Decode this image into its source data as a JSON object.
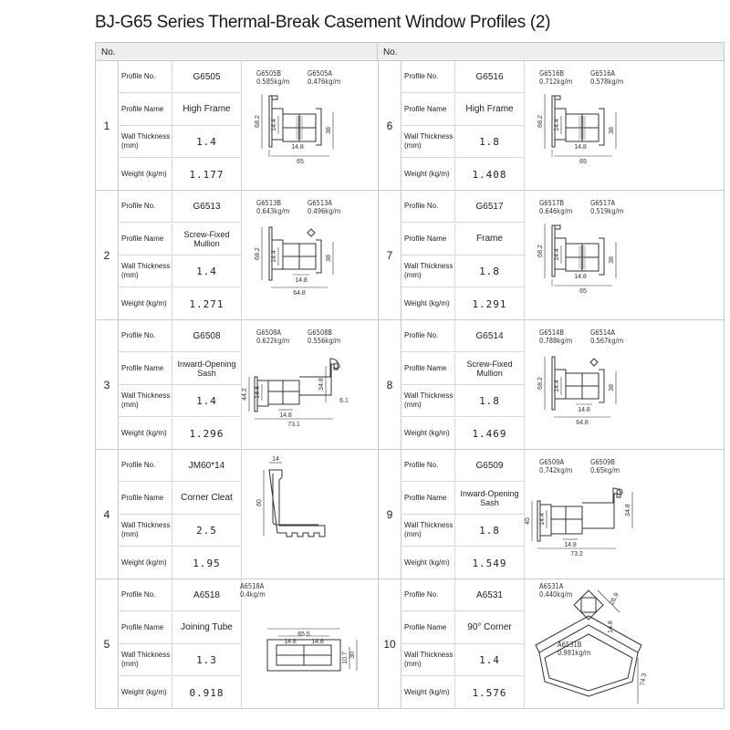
{
  "title": "BJ-G65 Series Thermal-Break Casement Window Profiles (2)",
  "column_header": "No.",
  "labels": {
    "profile_no": "Profile No.",
    "profile_name": "Profile Name",
    "wall_thickness": "Wall Thickness (mm)",
    "weight": "Weight (kg/m)"
  },
  "items": [
    {
      "no": "1",
      "profile_no": "G6505",
      "profile_name": "High Frame",
      "wall": "1.4",
      "weight": "1.177",
      "parts": [
        {
          "code": "G6505B",
          "w": "0.585kg/m"
        },
        {
          "code": "G6505A",
          "w": "0.476kg/m"
        }
      ],
      "dims": [
        "68.2",
        "14.4",
        "14.8",
        "38",
        "65"
      ]
    },
    {
      "no": "2",
      "profile_no": "G6513",
      "profile_name": "Screw-Fixed Mullion",
      "wall": "1.4",
      "weight": "1.271",
      "parts": [
        {
          "code": "G6513B",
          "w": "0.643kg/m"
        },
        {
          "code": "G6513A",
          "w": "0.496kg/m"
        }
      ],
      "dims": [
        "68.2",
        "14.4",
        "14.8",
        "38",
        "64.8"
      ]
    },
    {
      "no": "3",
      "profile_no": "G6508",
      "profile_name": "Inward-Opening Sash",
      "wall": "1.4",
      "weight": "1.296",
      "parts": [
        {
          "code": "G6508A",
          "w": "0.622kg/m"
        },
        {
          "code": "G6508B",
          "w": "0.556kg/m"
        }
      ],
      "dims": [
        "44.2",
        "14.4",
        "14.8",
        "34.8",
        "6.1",
        "73.1"
      ]
    },
    {
      "no": "4",
      "profile_no": "JM60*14",
      "profile_name": "Corner Cleat",
      "wall": "2.5",
      "weight": "1.95",
      "parts": [],
      "dims": [
        "14",
        "60"
      ]
    },
    {
      "no": "5",
      "profile_no": "A6518",
      "profile_name": "Joining Tube",
      "wall": "1.3",
      "weight": "0.918",
      "parts": [
        {
          "code": "A6518A",
          "w": "0.4kg/m"
        }
      ],
      "dims": [
        "65.5",
        "14.8",
        "14.8",
        "10.7",
        "30"
      ]
    },
    {
      "no": "6",
      "profile_no": "G6516",
      "profile_name": "High Frame",
      "wall": "1.8",
      "weight": "1.408",
      "parts": [
        {
          "code": "G6516B",
          "w": "0.712kg/m"
        },
        {
          "code": "G6516A",
          "w": "0.578kg/m"
        }
      ],
      "dims": [
        "68.2",
        "14.4",
        "14.8",
        "38",
        "65"
      ]
    },
    {
      "no": "7",
      "profile_no": "G6517",
      "profile_name": "Frame",
      "wall": "1.8",
      "weight": "1.291",
      "parts": [
        {
          "code": "G6517B",
          "w": "0.646kg/m"
        },
        {
          "code": "G6517A",
          "w": "0.519kg/m"
        }
      ],
      "dims": [
        "68.2",
        "14.4",
        "14.8",
        "38",
        "65"
      ]
    },
    {
      "no": "8",
      "profile_no": "G6514",
      "profile_name": "Screw-Fixed Mullion",
      "wall": "1.8",
      "weight": "1.469",
      "parts": [
        {
          "code": "G6514B",
          "w": "0.788kg/m"
        },
        {
          "code": "G6514A",
          "w": "0.567kg/m"
        }
      ],
      "dims": [
        "68.2",
        "14.4",
        "14.8",
        "38",
        "64.8"
      ]
    },
    {
      "no": "9",
      "profile_no": "G6509",
      "profile_name": "Inward-Opening Sash",
      "wall": "1.8",
      "weight": "1.549",
      "parts": [
        {
          "code": "G6509A",
          "w": "0.742kg/m"
        },
        {
          "code": "G6509B",
          "w": "0.65kg/m"
        }
      ],
      "dims": [
        "45",
        "14.4",
        "14.8",
        "34.8",
        "73.2"
      ]
    },
    {
      "no": "10",
      "profile_no": "A6531",
      "profile_name": "90° Corner",
      "wall": "1.4",
      "weight": "1.576",
      "parts": [
        {
          "code": "A6531A",
          "w": "0.440kg/m"
        },
        {
          "code": "A6531B",
          "w": "0.981kg/m"
        }
      ],
      "dims": [
        "26.9",
        "14.8",
        "74.3"
      ]
    }
  ]
}
